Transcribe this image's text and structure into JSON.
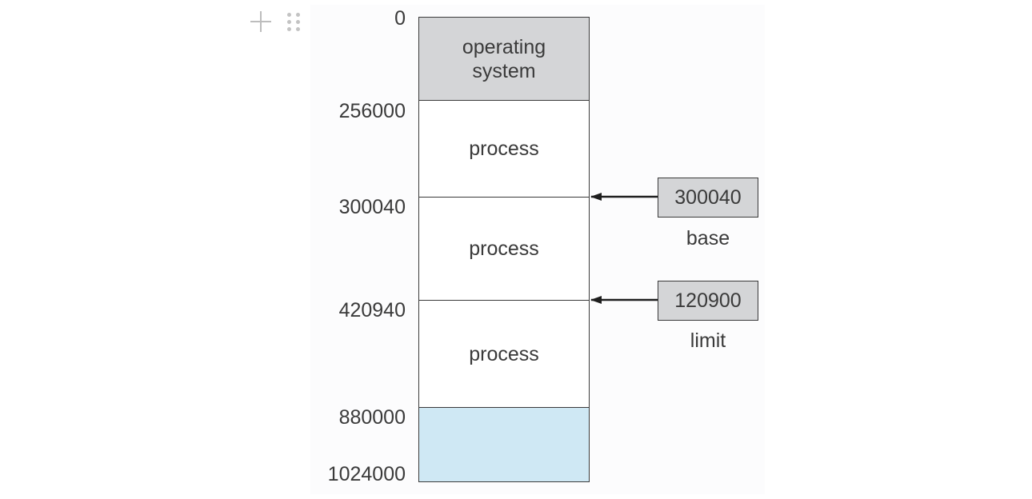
{
  "editor": {
    "add_block_icon": "plus-icon",
    "drag_handle_icon": "drag-dots-icon",
    "handle_color": "#bdbdbd"
  },
  "memory": {
    "segments": [
      {
        "label": "operating\nsystem",
        "fill": "#d4d5d7"
      },
      {
        "label": "process",
        "fill": "#ffffff"
      },
      {
        "label": "process",
        "fill": "#ffffff"
      },
      {
        "label": "process",
        "fill": "#ffffff"
      },
      {
        "label": "",
        "fill": "#cfe8f4"
      }
    ],
    "addresses": [
      "0",
      "256000",
      "300040",
      "420940",
      "880000",
      "1024000"
    ]
  },
  "registers": {
    "base": {
      "value": "300040",
      "label": "base"
    },
    "limit": {
      "value": "120900",
      "label": "limit"
    },
    "fill": "#d4d5d7"
  }
}
